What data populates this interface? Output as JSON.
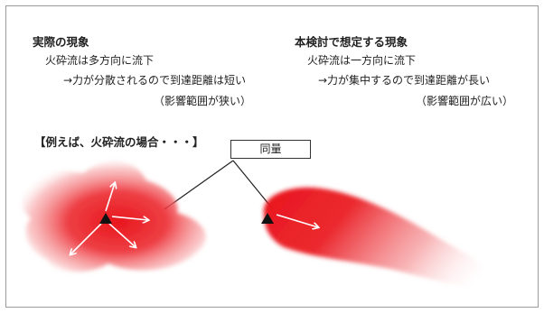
{
  "left": {
    "heading": "実際の現象",
    "line1": "火砕流は多方向に流下",
    "line2": "→力が分散されるので到達距離は短い",
    "line3": "（影響範囲が狭い）"
  },
  "right": {
    "heading": "本検討で想定する現象",
    "line1": "火砕流は一方向に流下",
    "line2": "→力が集中するので到達距離が長い",
    "line3": "（影響範囲が広い）"
  },
  "example_label": "【例えば、火砕流の場合・・・】",
  "same_amount_label": "同量",
  "colors": {
    "flow_red": "#e8141c",
    "vent": "#111111",
    "arrow": "#ffffff"
  }
}
